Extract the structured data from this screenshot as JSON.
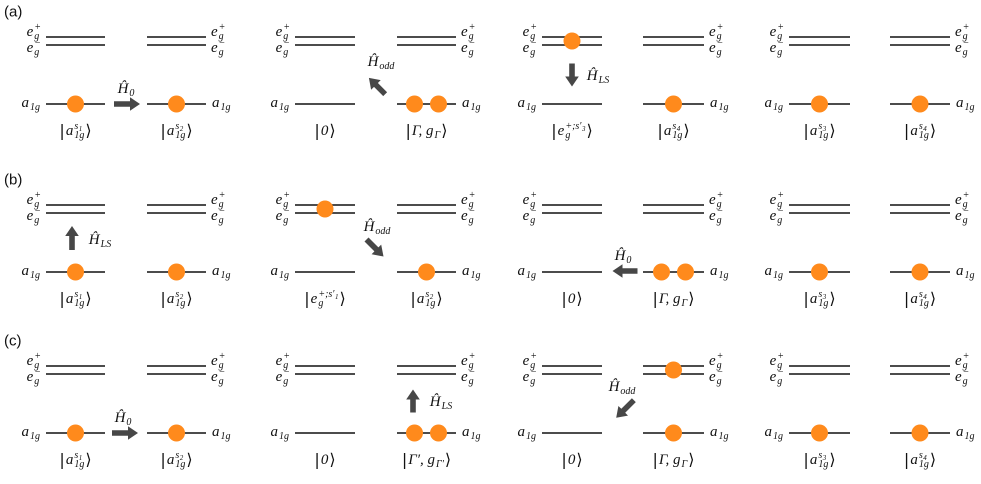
{
  "colors": {
    "electron": "#FF8A1C",
    "arrow": "#474747",
    "level": "#111111",
    "text": "#111111"
  },
  "orbitals": {
    "eg_plus": {
      "b": "e",
      "sup": "+",
      "sub": "g"
    },
    "eg_minus": {
      "b": "e",
      "sup": "−",
      "sub": "g"
    },
    "a1g": {
      "b": "a",
      "sub": "1g"
    }
  },
  "ket": {
    "open": "|",
    "close": "⟩"
  },
  "rows": [
    {
      "label": "(a)",
      "panels": [
        {
          "eg": 0,
          "a1g": 1,
          "state": {
            "b": "a",
            "sup": "s",
            "supsub": "1",
            "sub": "1g"
          }
        },
        {
          "eg": 0,
          "a1g": 1,
          "state": {
            "b": "a",
            "sup": "s",
            "supsub": "2",
            "sub": "1g"
          }
        },
        {
          "eg": 0,
          "a1g": 0,
          "state": {
            "b": "0"
          }
        },
        {
          "eg": 0,
          "a1g": 2,
          "state": {
            "b": "Γ, g",
            "sub": "Γ"
          }
        },
        {
          "eg": 1,
          "a1g": 0,
          "state": {
            "b": "e",
            "sup": "+;s′",
            "supsub": "3",
            "sub": "g"
          }
        },
        {
          "eg": 0,
          "a1g": 1,
          "state": {
            "b": "a",
            "sup": "s",
            "supsub": "4",
            "sub": "1g"
          }
        },
        {
          "eg": 0,
          "a1g": 1,
          "state": {
            "b": "a",
            "sup": "s",
            "supsub": "3",
            "sub": "1g"
          }
        },
        {
          "eg": 0,
          "a1g": 1,
          "state": {
            "b": "a",
            "sup": "s",
            "supsub": "4",
            "sub": "1g"
          }
        }
      ],
      "arrows": [
        {
          "dir": "right",
          "op": {
            "b": "Ĥ",
            "sub": "0"
          }
        },
        {
          "dir": "up-left",
          "op": {
            "b": "Ĥ",
            "sub": "odd"
          }
        },
        {
          "dir": "down",
          "op": {
            "b": "Ĥ",
            "sub": "LS"
          }
        }
      ]
    },
    {
      "label": "(b)",
      "panels": [
        {
          "eg": 0,
          "a1g": 1,
          "state": {
            "b": "a",
            "sup": "s",
            "supsub": "1",
            "sub": "1g"
          }
        },
        {
          "eg": 0,
          "a1g": 1,
          "state": {
            "b": "a",
            "sup": "s",
            "supsub": "2",
            "sub": "1g"
          }
        },
        {
          "eg": 1,
          "a1g": 0,
          "state": {
            "b": "e",
            "sup": "+;s′",
            "supsub": "1",
            "sub": "g"
          }
        },
        {
          "eg": 0,
          "a1g": 1,
          "state": {
            "b": "a",
            "sup": "s",
            "supsub": "2",
            "sub": "1g"
          }
        },
        {
          "eg": 0,
          "a1g": 0,
          "state": {
            "b": "0"
          }
        },
        {
          "eg": 0,
          "a1g": 2,
          "state": {
            "b": "Γ, g",
            "sub": "Γ"
          }
        },
        {
          "eg": 0,
          "a1g": 1,
          "state": {
            "b": "a",
            "sup": "s",
            "supsub": "3",
            "sub": "1g"
          }
        },
        {
          "eg": 0,
          "a1g": 1,
          "state": {
            "b": "a",
            "sup": "s",
            "supsub": "4",
            "sub": "1g"
          }
        }
      ],
      "arrows": [
        {
          "dir": "up",
          "op": {
            "b": "Ĥ",
            "sub": "LS"
          }
        },
        {
          "dir": "down-right",
          "op": {
            "b": "Ĥ",
            "sub": "odd"
          }
        },
        {
          "dir": "left",
          "op": {
            "b": "Ĥ",
            "sub": "0"
          }
        }
      ]
    },
    {
      "label": "(c)",
      "panels": [
        {
          "eg": 0,
          "a1g": 1,
          "state": {
            "b": "a",
            "sup": "s",
            "supsub": "1",
            "sub": "1g"
          }
        },
        {
          "eg": 0,
          "a1g": 1,
          "state": {
            "b": "a",
            "sup": "s",
            "supsub": "2",
            "sub": "1g"
          }
        },
        {
          "eg": 0,
          "a1g": 0,
          "state": {
            "b": "0"
          }
        },
        {
          "eg": 0,
          "a1g": 2,
          "state": {
            "b": "Γ′, g",
            "sub": "Γ′"
          }
        },
        {
          "eg": 0,
          "a1g": 0,
          "state": {
            "b": "0"
          }
        },
        {
          "eg": 1,
          "a1g": 1,
          "state": {
            "b": "Γ, g",
            "sub": "Γ"
          }
        },
        {
          "eg": 0,
          "a1g": 1,
          "state": {
            "b": "a",
            "sup": "s",
            "supsub": "3",
            "sub": "1g"
          }
        },
        {
          "eg": 0,
          "a1g": 1,
          "state": {
            "b": "a",
            "sup": "s",
            "supsub": "4",
            "sub": "1g"
          }
        }
      ],
      "arrows": [
        {
          "dir": "right",
          "op": {
            "b": "Ĥ",
            "sub": "0"
          }
        },
        {
          "dir": "up",
          "op": {
            "b": "Ĥ",
            "sub": "LS"
          }
        },
        {
          "dir": "down-left",
          "op": {
            "b": "Ĥ",
            "sub": "odd"
          }
        }
      ]
    }
  ]
}
